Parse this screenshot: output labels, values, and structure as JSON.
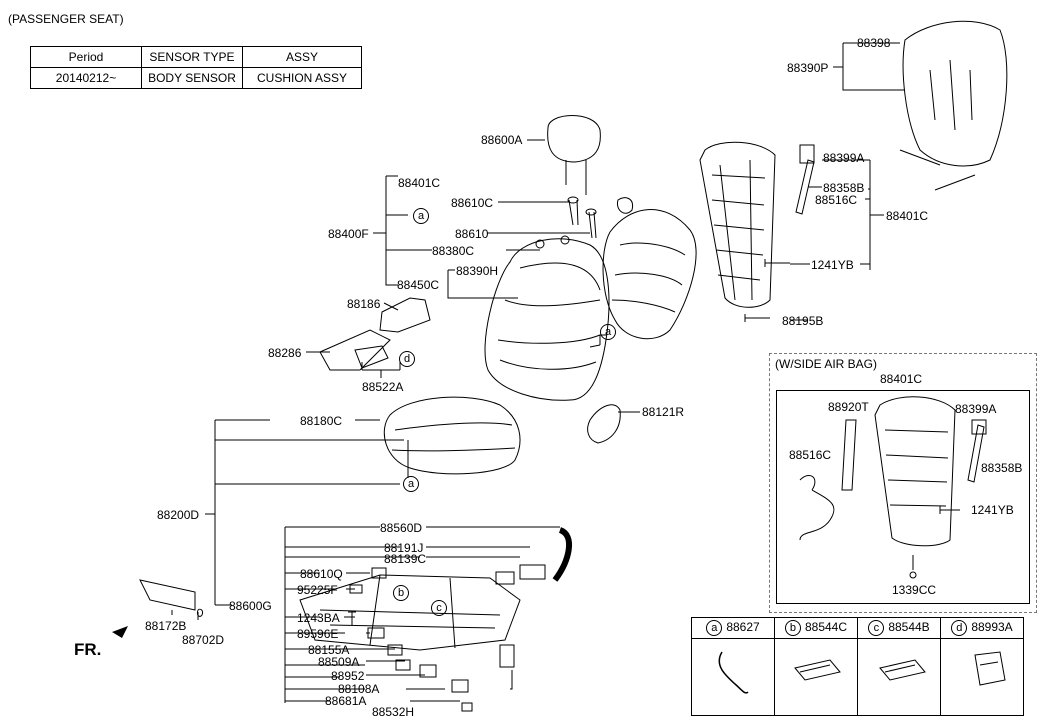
{
  "header": {
    "title": "(PASSENGER SEAT)"
  },
  "period_table": {
    "headers": [
      "Period",
      "SENSOR TYPE",
      "ASSY"
    ],
    "rows": [
      [
        "20140212~",
        "BODY SENSOR",
        "CUSHION ASSY"
      ]
    ]
  },
  "labels": {
    "l88398": "88398",
    "l88390P": "88390P",
    "l88600A": "88600A",
    "l88399A": "88399A",
    "l88358B": "88358B",
    "l88516C": "88516C",
    "l88401C_r": "88401C",
    "l1241YB": "1241YB",
    "l88195B": "88195B",
    "l88401C": "88401C",
    "l88610C": "88610C",
    "circ_a1": "a",
    "l88400F": "88400F",
    "l88610": "88610",
    "l88380C": "88380C",
    "l88390H": "88390H",
    "l88450C": "88450C",
    "l88186": "88186",
    "l88286": "88286",
    "circ_d": "d",
    "l88522A": "88522A",
    "circ_a2": "a",
    "l88121R": "88121R",
    "l88180C": "88180C",
    "l88200D": "88200D",
    "circ_a3": "a",
    "l88560D": "88560D",
    "l88191J": "88191J",
    "l88139C": "88139C",
    "l88610Q": "88610Q",
    "l95225F": "95225F",
    "l88600G": "88600G",
    "l1243BA": "1243BA",
    "l89596E": "89596E",
    "l88155A": "88155A",
    "l88509A": "88509A",
    "l88952": "88952",
    "l88108A": "88108A",
    "l88681A": "88681A",
    "l88532H": "88532H",
    "l88172B": "88172B",
    "l88702D": "88702D",
    "circ_b": "b",
    "circ_c": "c"
  },
  "fr_label": "FR.",
  "side_airbag": {
    "title": "(W/SIDE AIR BAG)",
    "l88401C": "88401C",
    "l88920T": "88920T",
    "l88399A": "88399A",
    "l88516C": "88516C",
    "l88358B": "88358B",
    "l1241YB": "1241YB",
    "l1339CC": "1339CC"
  },
  "legend": {
    "items": [
      {
        "key": "a",
        "part": "88627"
      },
      {
        "key": "b",
        "part": "88544C"
      },
      {
        "key": "c",
        "part": "88544B"
      },
      {
        "key": "d",
        "part": "88993A"
      }
    ]
  }
}
